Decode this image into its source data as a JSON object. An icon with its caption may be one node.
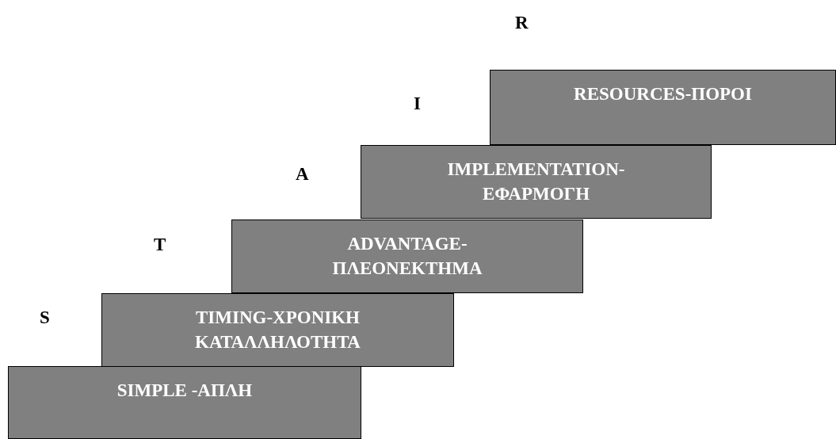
{
  "diagram": {
    "nodes": [
      {
        "text": [
          "RESOURCES-ΠΟΡΟΙ"
        ]
      },
      {
        "text": [
          "IMPLEMENTATION- ΕΦΑΡΜΟΓΗ"
        ]
      },
      {
        "text": [
          "ADVANTAGE- ΠΛΕΟΝΕΚΤΗΜΑ"
        ]
      },
      {
        "text": [
          "TIMING-ΧΡΟΝΙΚΗ ΚΑΤΑΛΛΗΛΟΤΗΤΑ"
        ]
      },
      {
        "text": [
          "SIMPLE -ΑΠΛΗ"
        ]
      }
    ],
    "edges": [],
    "labels": [
      "R",
      "I",
      "A",
      "T",
      "S"
    ]
  }
}
